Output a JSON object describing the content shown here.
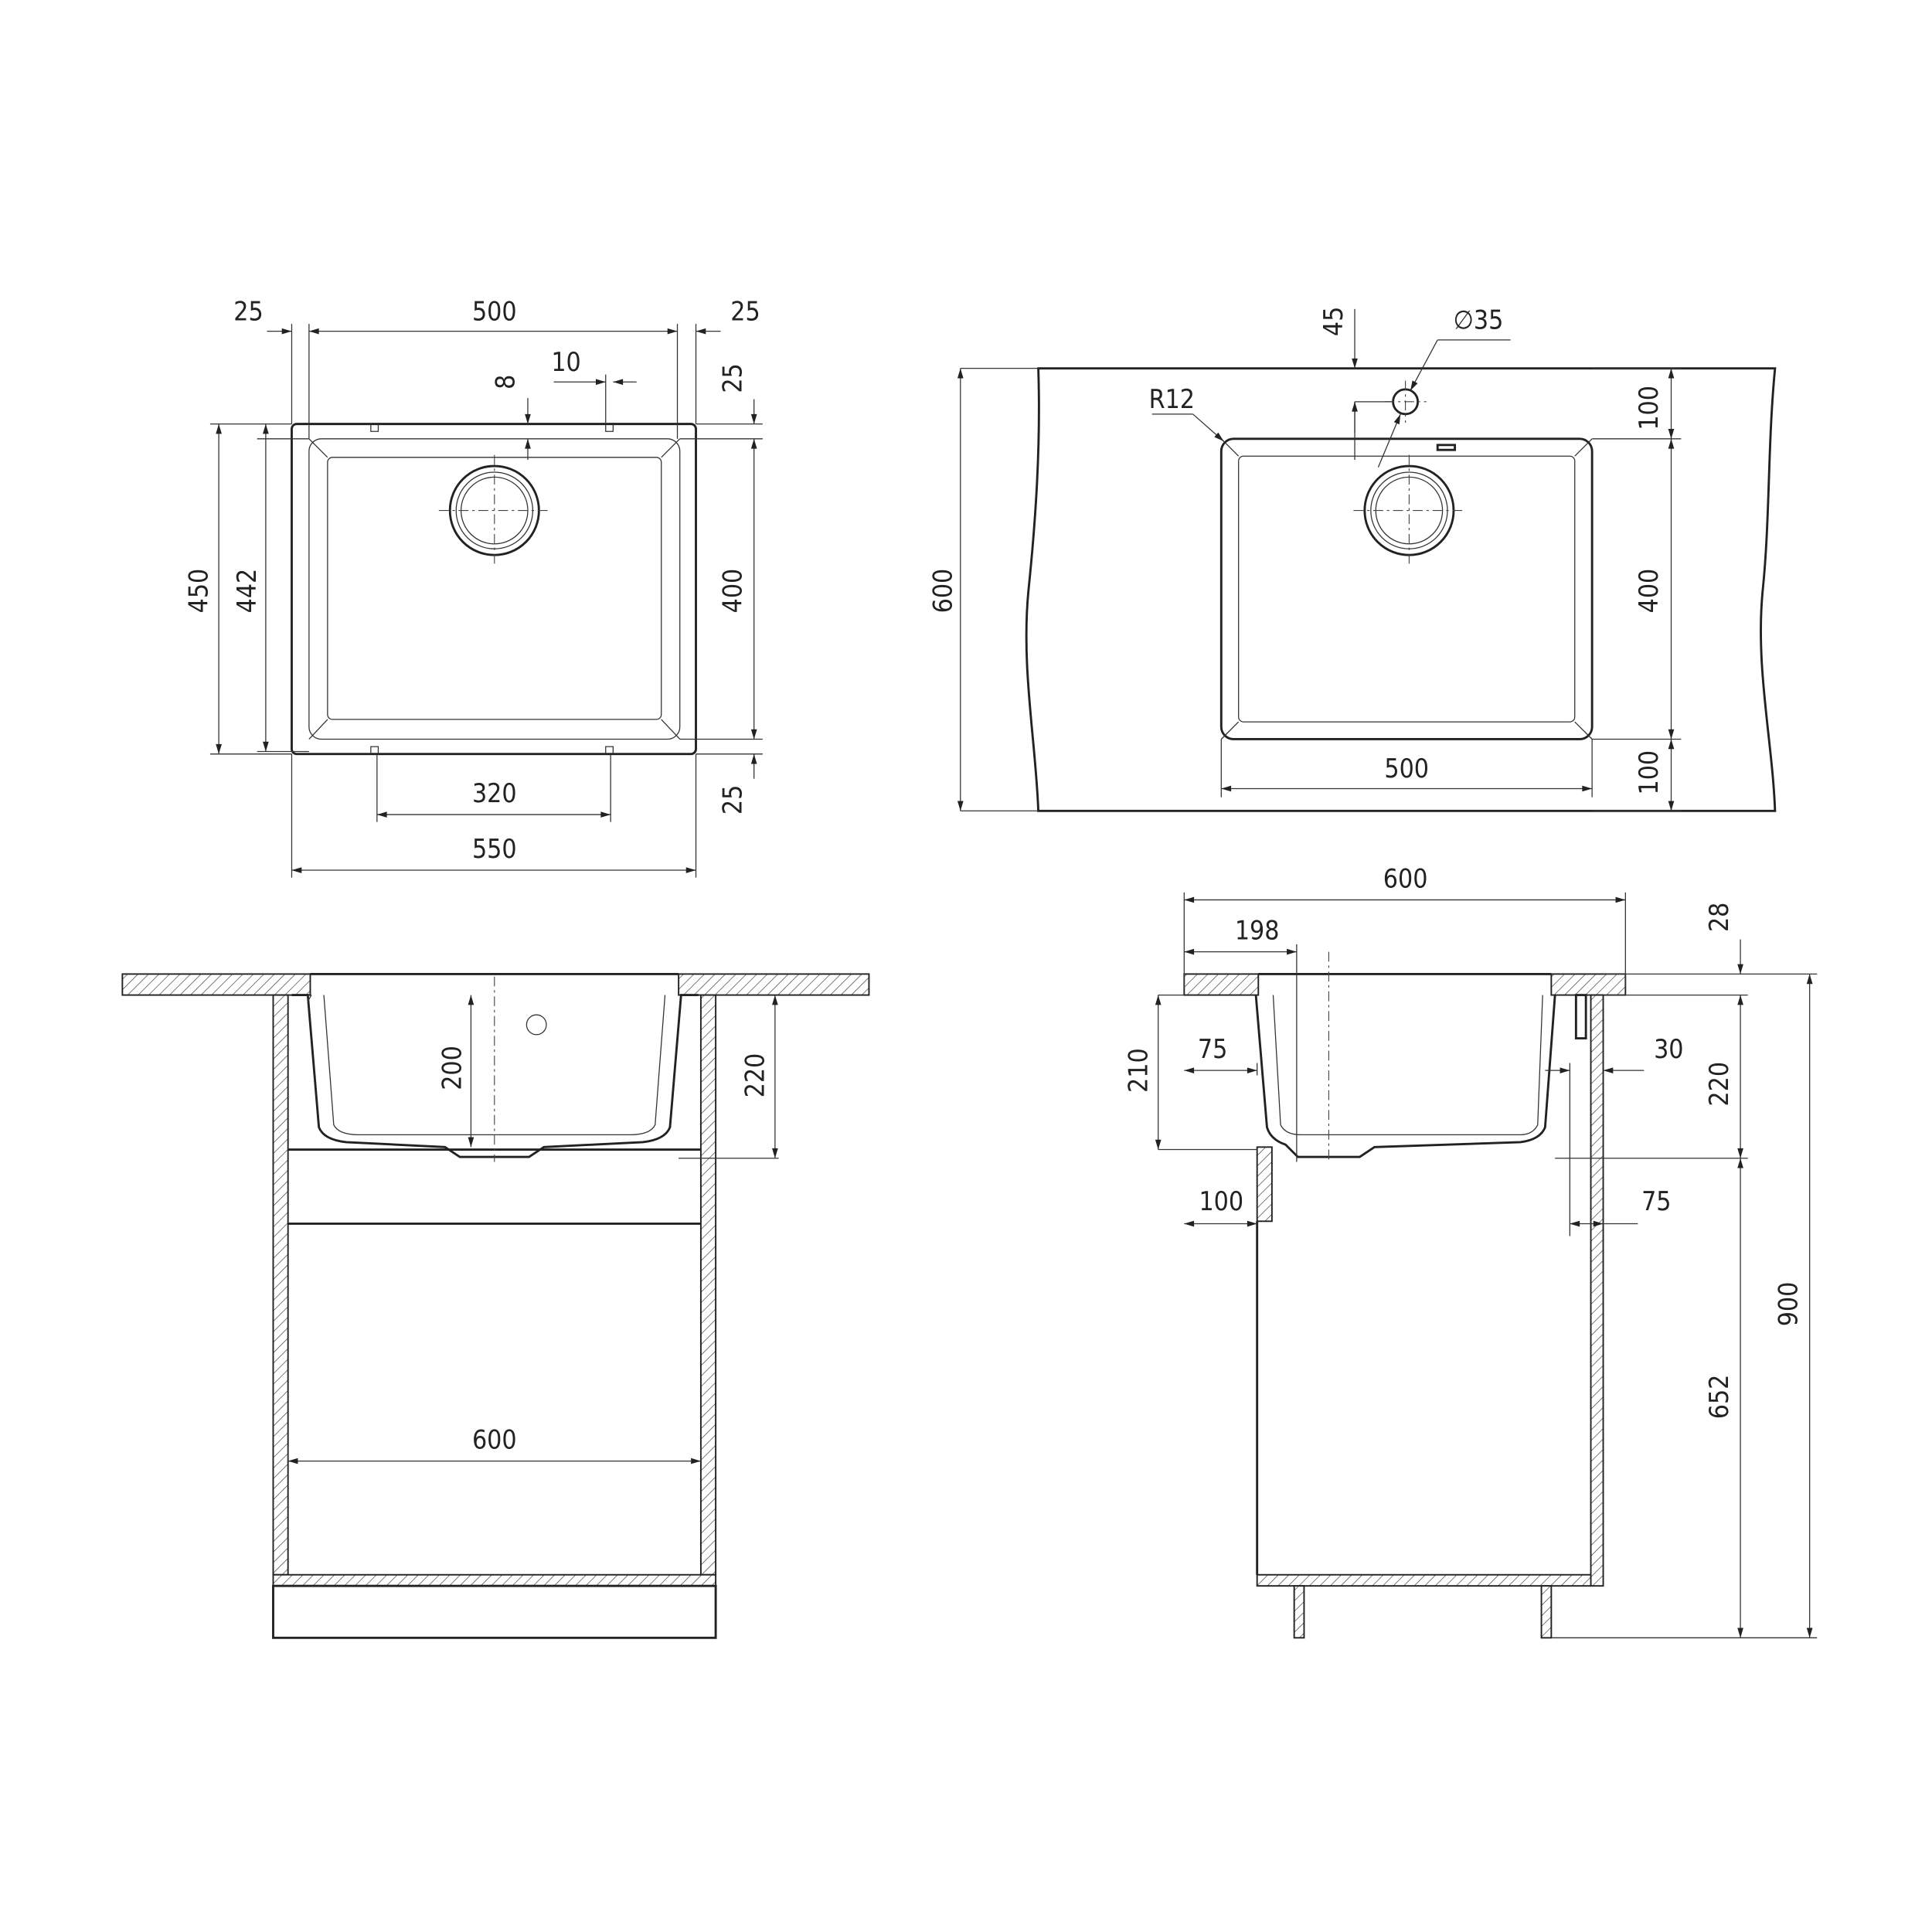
{
  "dims": {
    "plan": [
      "25",
      "500",
      "25",
      "10",
      "8",
      "25",
      "400",
      "25",
      "450",
      "442",
      "320",
      "550"
    ],
    "cutout": [
      "45",
      "∅35",
      "R12",
      "600",
      "100",
      "400",
      "100",
      "500"
    ],
    "front": [
      "200",
      "220",
      "600"
    ],
    "side": [
      "600",
      "198",
      "28",
      "220",
      "652",
      "900",
      "210",
      "75",
      "100",
      "30",
      "75"
    ]
  },
  "colors": {
    "line": "#222222",
    "background": "#ffffff"
  }
}
